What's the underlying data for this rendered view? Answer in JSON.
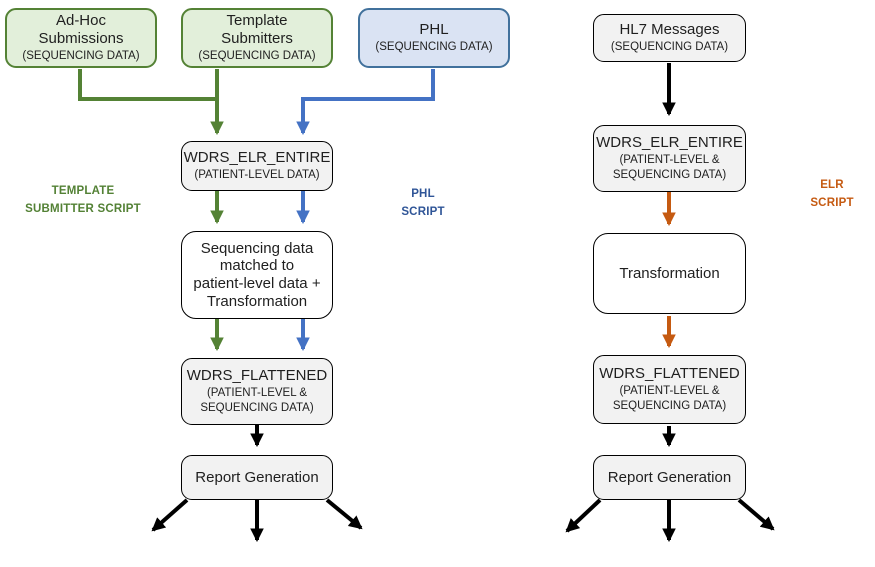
{
  "colors": {
    "green_fill": "#e2efda",
    "green_stroke": "#548235",
    "blue_fill": "#dae3f3",
    "blue_box_border": "#41719c",
    "blue_stroke": "#4472c4",
    "orange_stroke": "#c55a11",
    "gray_fill": "#f2f2f2",
    "black": "#000000",
    "script_green_text": "#538135",
    "script_blue_text": "#2f5597",
    "script_orange_text": "#c55a11"
  },
  "nodes": {
    "adhoc": {
      "title": "Ad-Hoc\nSubmissions",
      "subtitle": "(SEQUENCING  DATA)"
    },
    "template": {
      "title": "Template\nSubmitters",
      "subtitle": "(SEQUENCING  DATA)"
    },
    "phl": {
      "title": "PHL",
      "subtitle": "(SEQUENCING  DATA)"
    },
    "hl7": {
      "title": "HL7 Messages",
      "subtitle": "(SEQUENCING  DATA)"
    },
    "wdrs_elr_left": {
      "title": "WDRS_ELR_ENTIRE",
      "subtitle": "(PATIENT-LEVEL  DATA)"
    },
    "seq_match": {
      "title": "Sequencing data\nmatched to\npatient-level data +\nTransformation"
    },
    "wdrs_flattened_left": {
      "title": "WDRS_FLATTENED",
      "subtitle": "(PATIENT-LEVEL  &\nSEQUENCING  DATA)"
    },
    "report_left": {
      "title": "Report Generation"
    },
    "wdrs_elr_right": {
      "title": "WDRS_ELR_ENTIRE",
      "subtitle": "(PATIENT-LEVEL  &\nSEQUENCING  DATA)"
    },
    "transformation": {
      "title": "Transformation"
    },
    "wdrs_flattened_right": {
      "title": "WDRS_FLATTENED",
      "subtitle": "(PATIENT-LEVEL  &\nSEQUENCING  DATA)"
    },
    "report_right": {
      "title": "Report Generation"
    }
  },
  "labels": {
    "template_script": "TEMPLATE\nSUBMITTER  SCRIPT",
    "phl_script": "PHL\nSCRIPT",
    "elr_script": "ELR\nSCRIPT"
  }
}
